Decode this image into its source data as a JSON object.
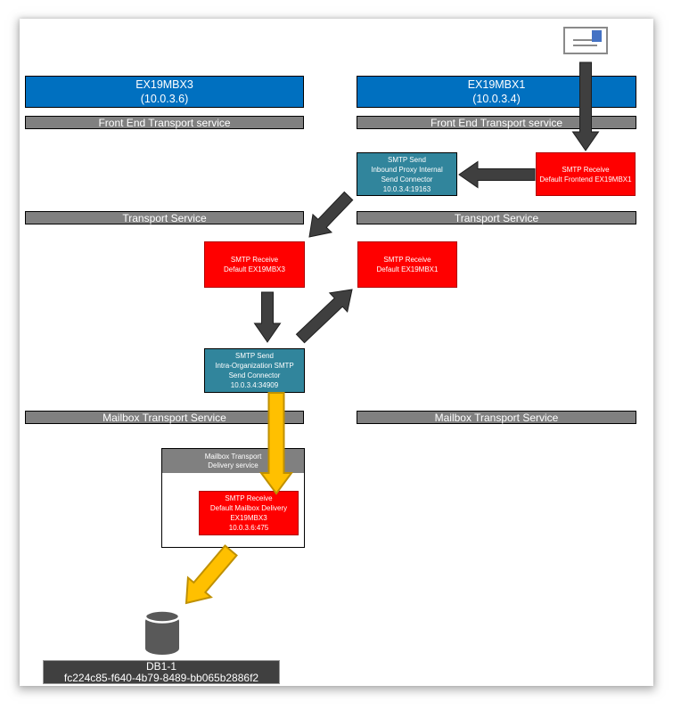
{
  "colors": {
    "blue": "#0070C0",
    "teal": "#31859C",
    "red": "#FF0000",
    "gray": "#808080",
    "darkgray": "#404040",
    "cylinder": "#595959",
    "arrow_dark": "#3F3F3F",
    "arrow_dark_stroke": "#1F1F1F",
    "arrow_yellow": "#FFC000",
    "arrow_yellow_stroke": "#BF9000",
    "envelope_stamp": "#4472C4"
  },
  "servers": [
    {
      "name": "EX19MBX3",
      "ip": "(10.0.3.6)",
      "services": {
        "frontend": "Front End Transport service",
        "transport": "Transport Service",
        "mailbox": "Mailbox Transport Service"
      }
    },
    {
      "name": "EX19MBX1",
      "ip": "(10.0.3.4)",
      "services": {
        "frontend": "Front End Transport service",
        "transport": "Transport Service",
        "mailbox": "Mailbox Transport Service"
      }
    }
  ],
  "boxes": {
    "inbound_proxy_send": {
      "lines": [
        "SMTP Send",
        "Inbound Proxy Internal",
        "Send Connector",
        "10.0.3.4:19163"
      ]
    },
    "frontend_receive": {
      "lines": [
        "SMTP Receive",
        "Default Frontend EX19MBX1"
      ]
    },
    "receive_mbx3": {
      "lines": [
        "SMTP Receive",
        "Default EX19MBX3"
      ]
    },
    "receive_mbx1": {
      "lines": [
        "SMTP Receive",
        "Default EX19MBX1"
      ]
    },
    "intra_org_send": {
      "lines": [
        "SMTP Send",
        "Intra-Organization SMTP",
        "Send Connector",
        "10.0.3.4:34909"
      ]
    },
    "mailbox_delivery_service": {
      "lines": [
        "Mailbox Transport",
        "Delivery service"
      ]
    },
    "mailbox_delivery_receive": {
      "lines": [
        "SMTP Receive",
        "Default Mailbox Delivery",
        "EX19MBX3",
        "10.0.3.6:475"
      ]
    },
    "database": {
      "lines": [
        "DB1-1",
        "fc224c85-f640-4b79-8489-bb065b2886f2"
      ]
    }
  }
}
